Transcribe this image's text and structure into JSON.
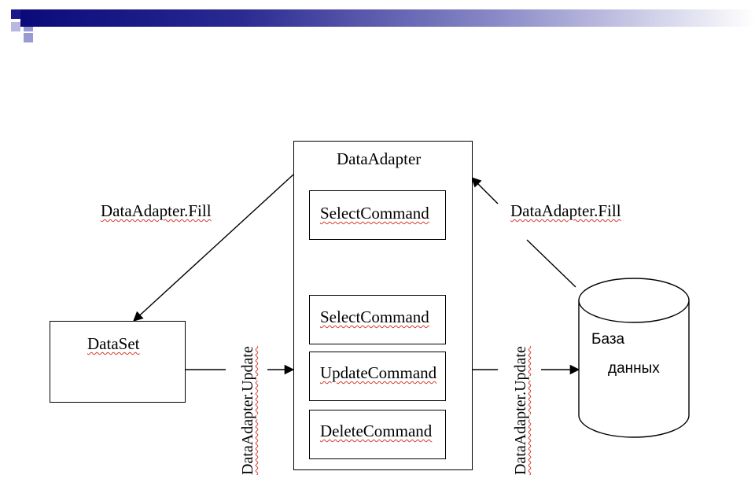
{
  "colors": {
    "title_dark": "#0a0a7a",
    "title_light": "#c8c8ea",
    "square_blue": "#1a1a8c",
    "square_light": "#9a9ad2",
    "line": "#000000",
    "spellcheck": "#d33a2e"
  },
  "diagram": {
    "adapter_title": "DataAdapter",
    "select_top": "SelectCommand",
    "select_mid": "SelectCommand",
    "update_cmd": "UpdateCommand",
    "delete_cmd": "DeleteCommand",
    "dataset": "DataSet",
    "fill_left": "DataAdapter.Fill",
    "fill_right": "DataAdapter.Fill",
    "update_left": "DataAdapter.Update",
    "update_right": "DataAdapter.Update",
    "db_line1": "База",
    "db_line2": "данных"
  }
}
